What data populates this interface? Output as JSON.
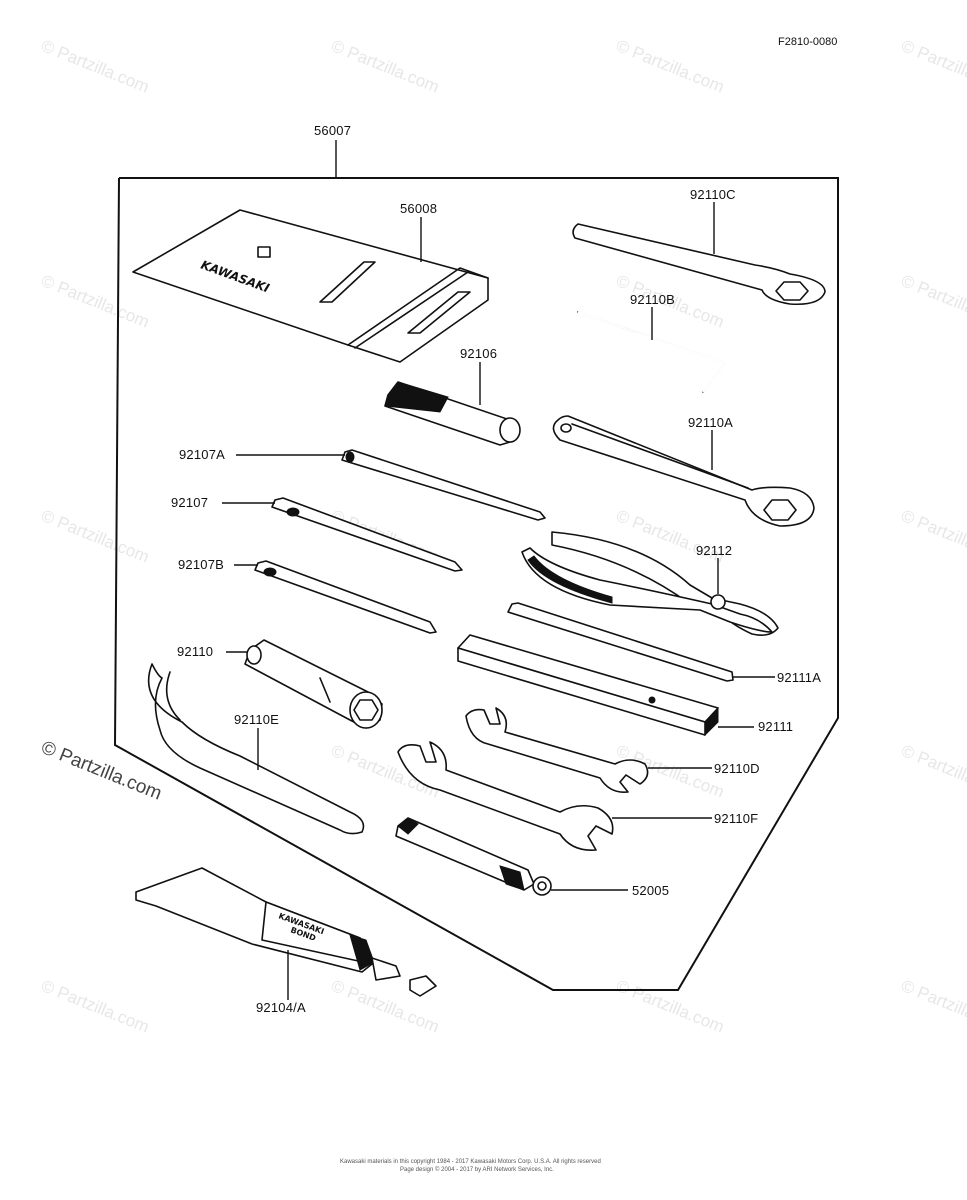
{
  "diagram": {
    "ref_code": "F2810-0080",
    "watermark_text": "© Partzilla.com",
    "brand_text": "© Partzilla.com",
    "footer_line_1": "Kawasaki materials in this copyright 1984 - 2017 Kawasaki Motors Corp. U.S.A. All rights reserved",
    "footer_line_2": "Page design © 2004 - 2017 by ARI Network Services, Inc.",
    "tube_text_1": "KAWASAKI",
    "tube_text_2": "BOND",
    "pouch_text": "KAWASAKI",
    "labels": {
      "p56007": "56007",
      "p56008": "56008",
      "p92106": "92106",
      "p92110C": "92110C",
      "p92110B": "92110B",
      "p92110A": "92110A",
      "p92107A": "92107A",
      "p92107": "92107",
      "p92107B": "92107B",
      "p92112": "92112",
      "p92110": "92110",
      "p92110E": "92110E",
      "p92111A": "92111A",
      "p92111": "92111",
      "p92110D": "92110D",
      "p92110F": "92110F",
      "p52005": "52005",
      "p92104A": "92104/A"
    }
  },
  "colors": {
    "line": "#111111",
    "watermark": "#e7e7e7",
    "background": "#ffffff"
  }
}
